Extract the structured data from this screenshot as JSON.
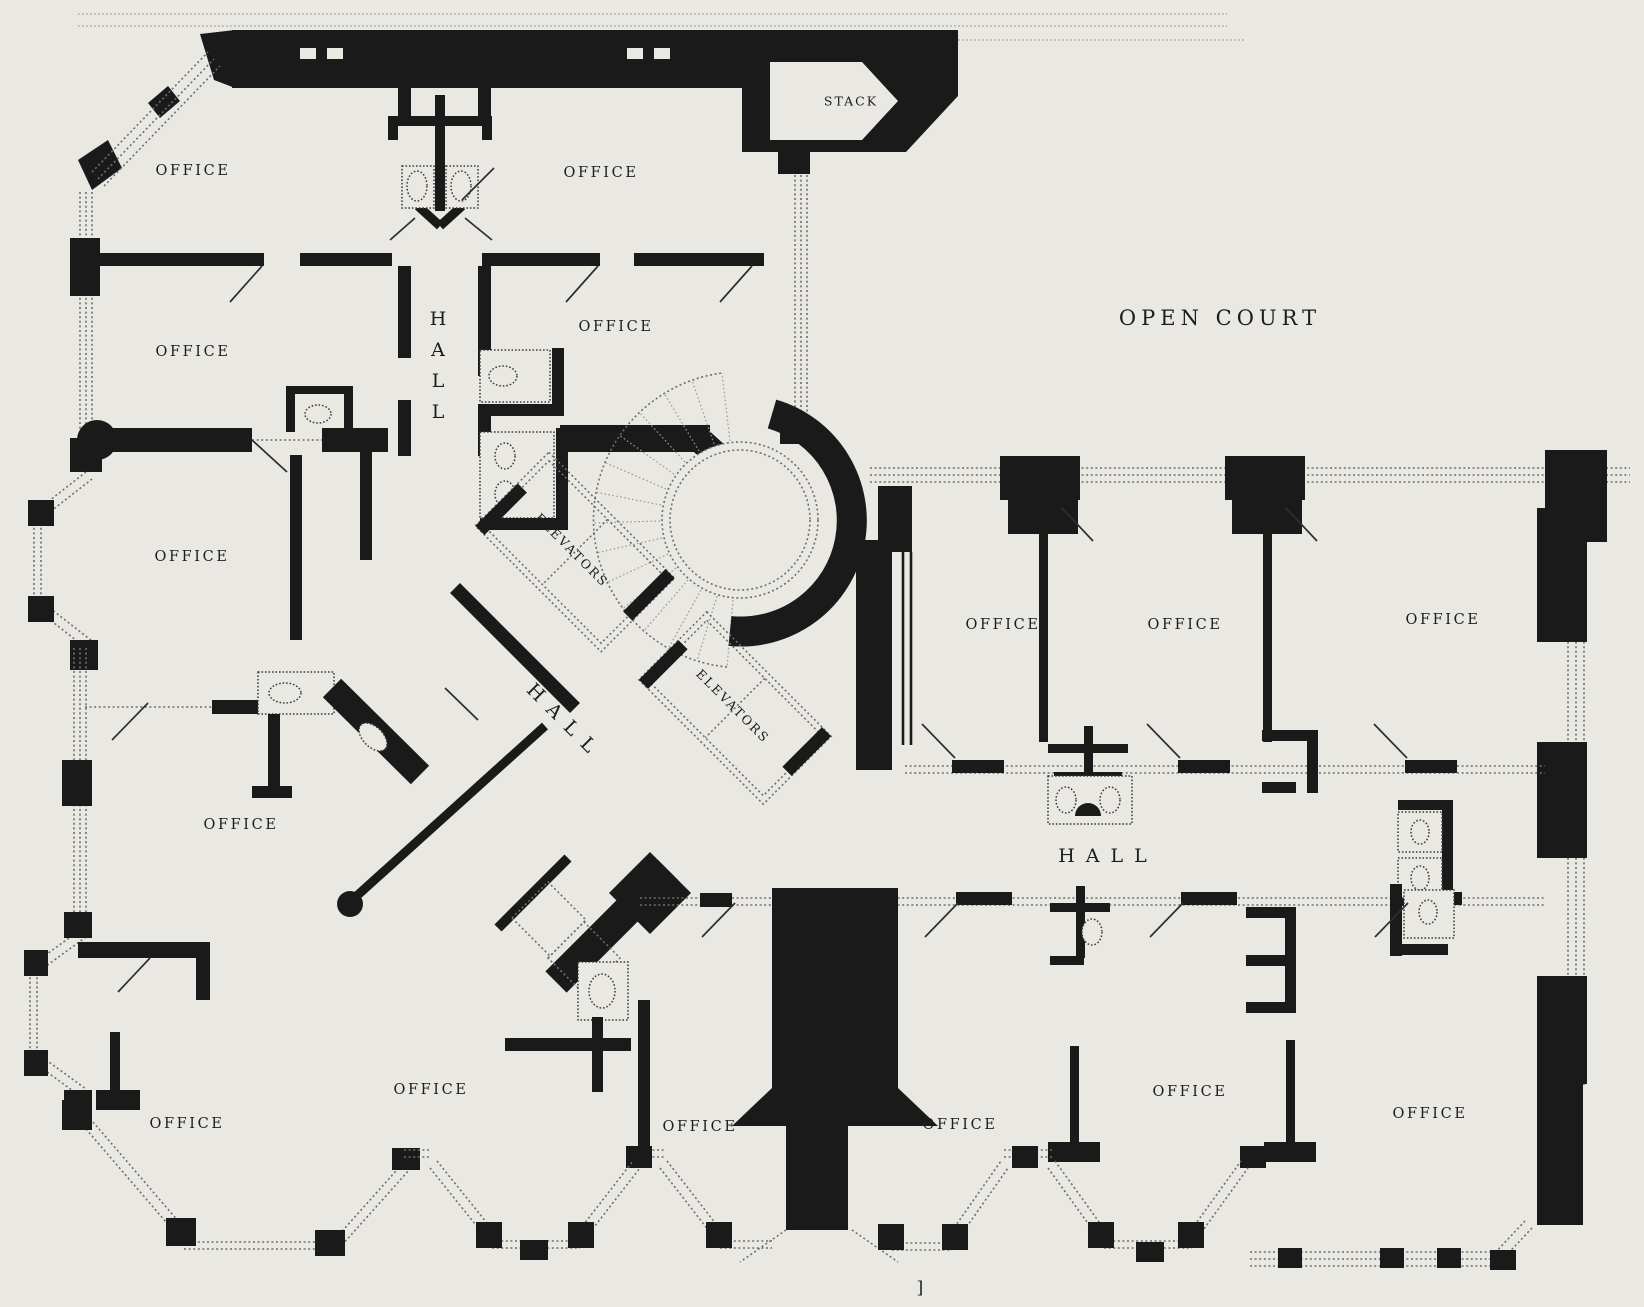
{
  "plan_type": "building-floor-plan",
  "colors": {
    "ink": "#1a1a1a",
    "paper": "#e9e8e3",
    "window_line": "#6e6e6e"
  },
  "labels": [
    {
      "id": "office-top-left-1",
      "text": "OFFICE"
    },
    {
      "id": "office-top-left-2",
      "text": "OFFICE"
    },
    {
      "id": "office-top-mid-1",
      "text": "OFFICE"
    },
    {
      "id": "office-top-mid-2",
      "text": "OFFICE"
    },
    {
      "id": "office-left-1",
      "text": "OFFICE"
    },
    {
      "id": "office-left-2",
      "text": "OFFICE"
    },
    {
      "id": "office-corner-sw",
      "text": "OFFICE"
    },
    {
      "id": "office-bottom-1",
      "text": "OFFICE"
    },
    {
      "id": "office-bottom-2",
      "text": "OFFICE"
    },
    {
      "id": "office-bottom-3",
      "text": "OFFICE"
    },
    {
      "id": "office-bottom-4",
      "text": "OFFICE"
    },
    {
      "id": "office-bottom-5",
      "text": "OFFICE"
    },
    {
      "id": "office-court-1",
      "text": "OFFICE"
    },
    {
      "id": "office-court-2",
      "text": "OFFICE"
    },
    {
      "id": "office-court-3",
      "text": "OFFICE"
    },
    {
      "id": "hall-vertical",
      "text": "HALL"
    },
    {
      "id": "hall-diagonal",
      "text": "HALL"
    },
    {
      "id": "hall-right",
      "text": "HALL"
    },
    {
      "id": "elevators-1",
      "text": "ELEVATORS"
    },
    {
      "id": "elevators-2",
      "text": "ELEVATORS"
    },
    {
      "id": "stack",
      "text": "STACK"
    },
    {
      "id": "open-court",
      "text": "OPEN COURT"
    },
    {
      "id": "page-mark",
      "text": "]"
    }
  ]
}
